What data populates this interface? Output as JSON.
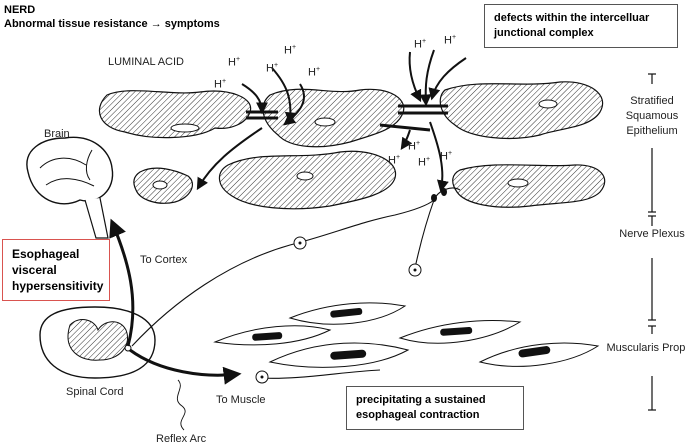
{
  "title": {
    "line1": "NERD",
    "line2": "Abnormal tissue resistance → symptoms"
  },
  "luminal_acid": "LUMINAL ACID",
  "ion": {
    "symbol": "H",
    "charge": "+"
  },
  "boxes": {
    "junction": "defects within the intercelluar junctional complex",
    "hypersensitivity": "Esophageal visceral hypersensitivity",
    "contraction": "precipitating a sustained esophageal contraction"
  },
  "labels": {
    "brain": "Brain",
    "to_cortex": "To Cortex",
    "spinal_cord": "Spinal Cord",
    "to_muscle": "To Muscle",
    "reflex_arc": "Reflex Arc"
  },
  "layers": {
    "epithelium": "Stratified Squamous Epithelium",
    "nerve_plexus": "Nerve Plexus",
    "muscularis": "Muscularis Propria"
  },
  "colors": {
    "line": "#111111",
    "box_border": "#555555",
    "hypersensitivity_border": "#d9534f"
  }
}
